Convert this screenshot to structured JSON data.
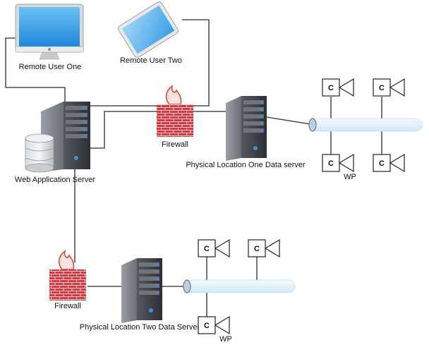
{
  "nodes": {
    "remote_user_one": "Remote User One",
    "remote_user_two": "Remote User Two",
    "web_app_server": "Web Application Server",
    "firewall_top": "Firewall",
    "firewall_bottom": "Firewall",
    "location_one_server": "Physical Location One Data server",
    "location_two_server": "Physical Location Two Data Server"
  },
  "camera_label": "C",
  "wp_label": "WP",
  "colors": {
    "line": "#2b2b2b",
    "server_dark": "#3a3d42",
    "server_light": "#8a8f96",
    "led": "#3d8fd6",
    "brick": "#c9343f",
    "flame": "#d84a3a",
    "pipe_fill": "#e4f1fa",
    "pipe_edge": "#b9d6ea",
    "screen": "#3d9ee6"
  }
}
